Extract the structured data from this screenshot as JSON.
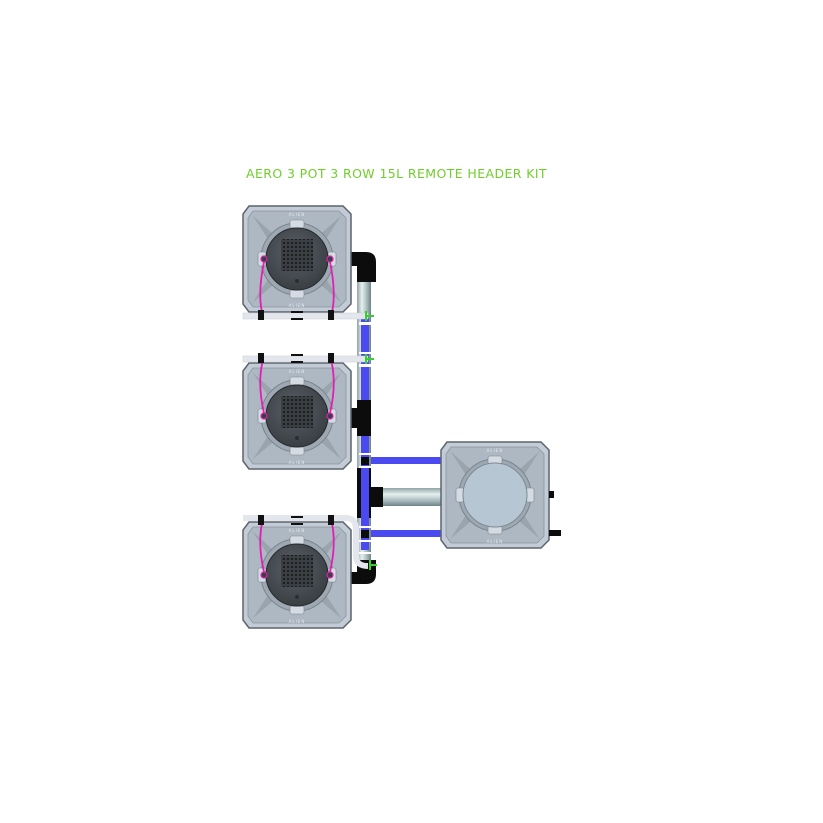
{
  "title": "AERO 3 POT 3 ROW 15L REMOTE HEADER KIT",
  "colors": {
    "title": "#6fcf2a",
    "pot_body": "#c3ccd6",
    "pot_edge": "#5b646c",
    "lid": "#4a4f55",
    "tube_blue": "#4a4af0",
    "tube_black": "#0c0c0c",
    "pipe_silver": "#b8c6c8",
    "wire_magenta": "#e21eb4",
    "connector_green": "#35d12b"
  },
  "diagram": {
    "pots": [
      {
        "id": "pot-1",
        "label": "ALIEN",
        "type": "grow-pot-with-lid"
      },
      {
        "id": "pot-2",
        "label": "ALIEN",
        "type": "grow-pot-with-lid"
      },
      {
        "id": "pot-3",
        "label": "ALIEN",
        "type": "grow-pot-with-lid"
      }
    ],
    "reservoir": {
      "id": "remote-header-tank",
      "label": "ALIEN",
      "type": "reservoir"
    }
  }
}
